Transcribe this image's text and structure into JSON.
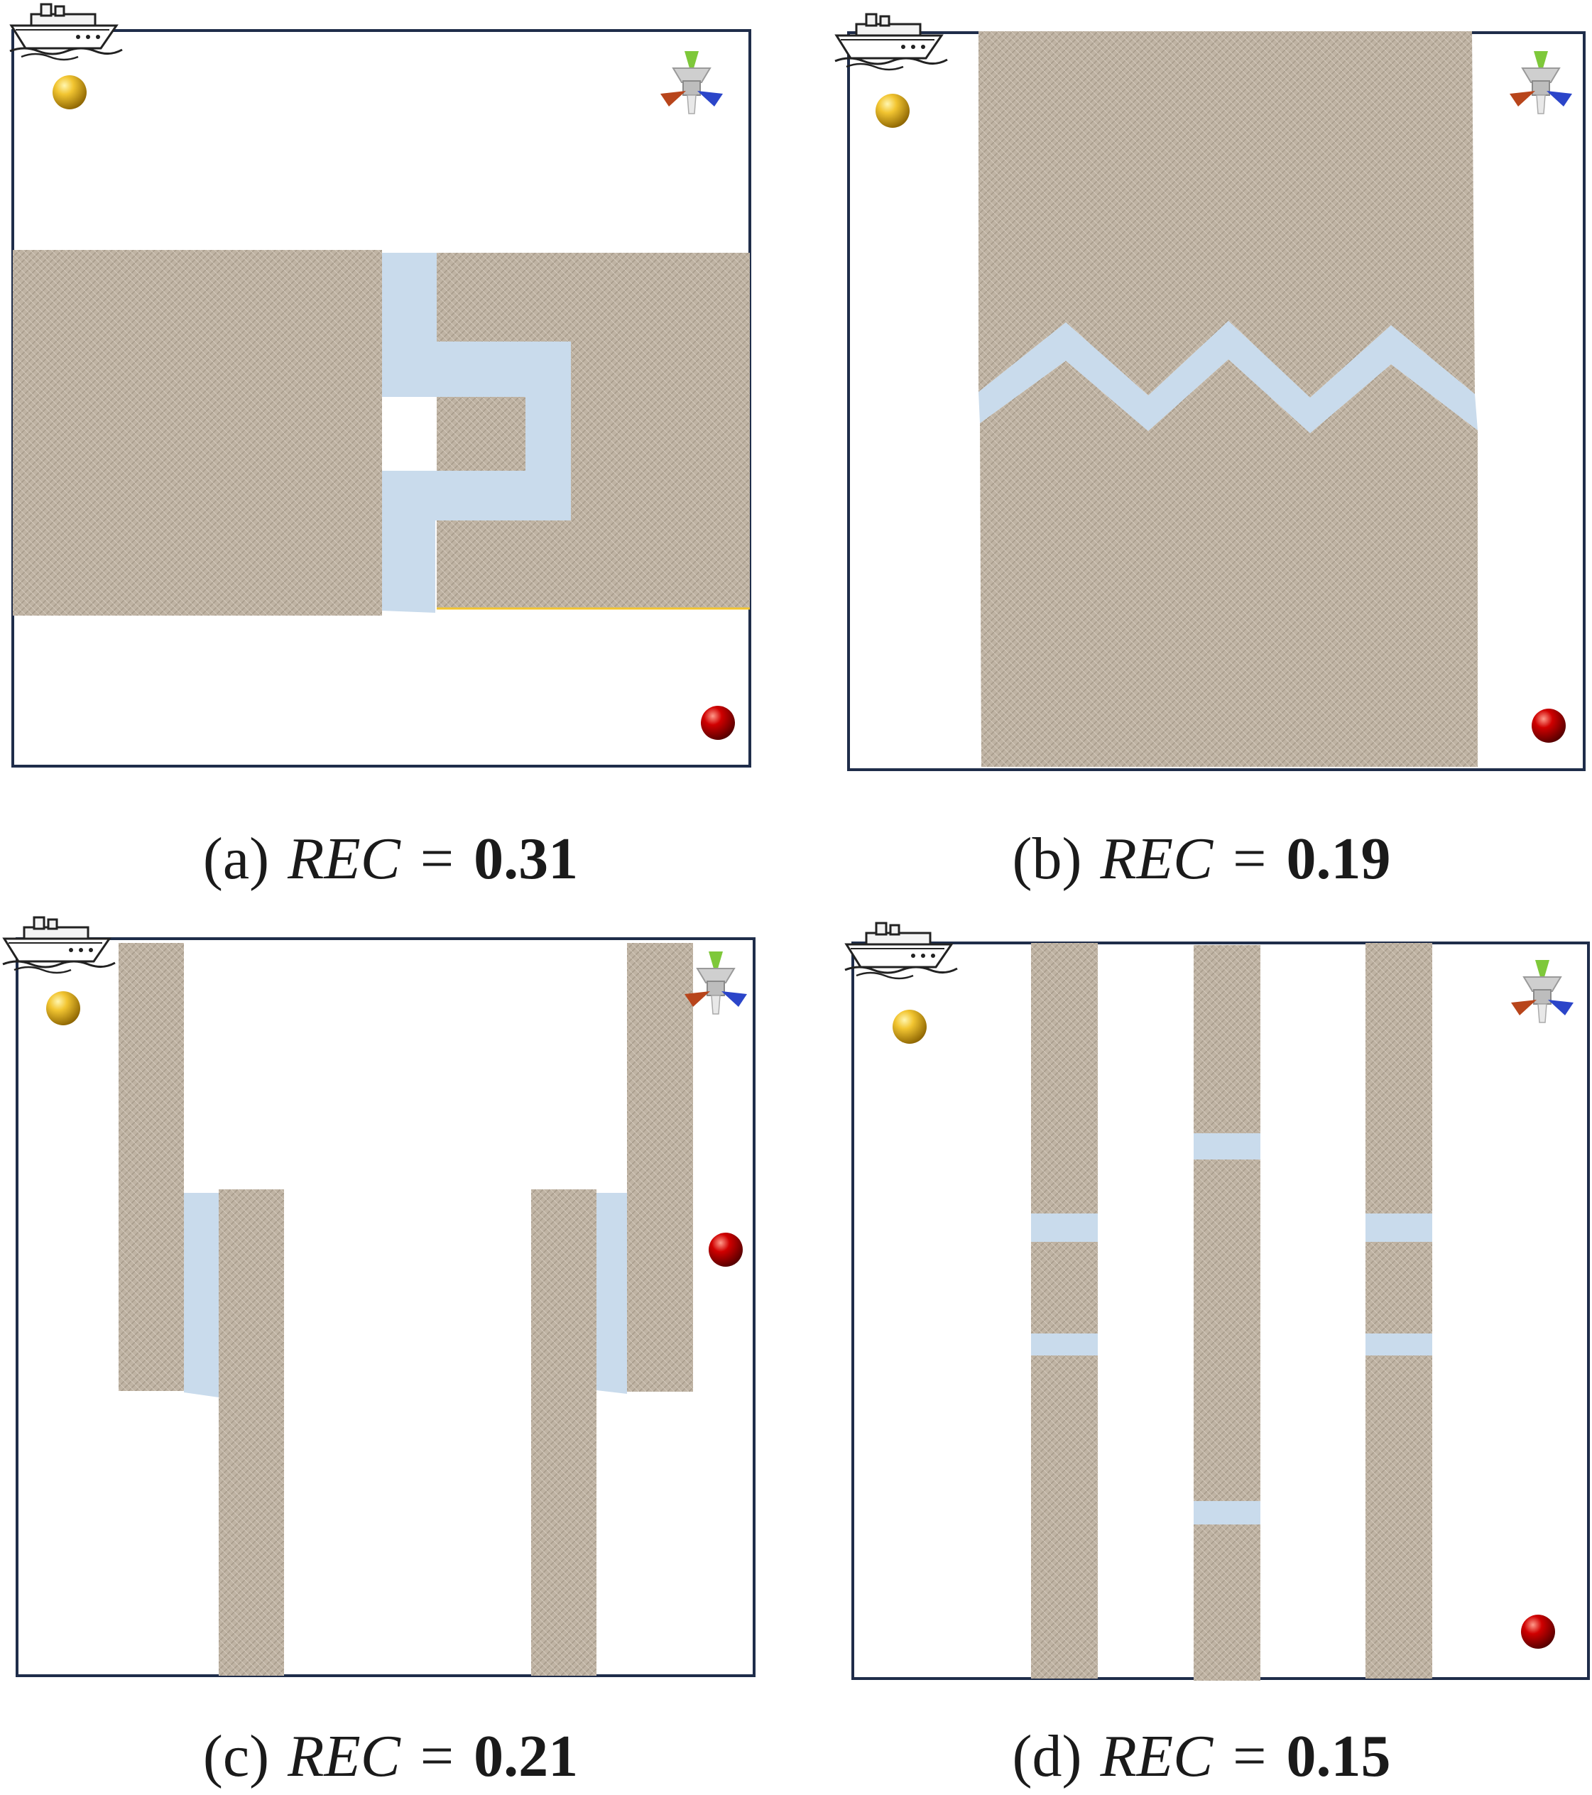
{
  "colors": {
    "frame": "#1f2d4a",
    "land": "#bfb3a3",
    "land_pattern_line": "#a89c8c",
    "channel": "#c9dbec",
    "start_ball": "#e0b000",
    "goal_ball": "#c00000",
    "edge_highlight": "#f2c531"
  },
  "icons": {
    "ship": "ship-icon",
    "start": "start-ball-icon",
    "goal": "goal-ball-icon",
    "axes": "axis-gizmo-icon"
  },
  "panels": [
    {
      "label": "(a)",
      "metric": "REC",
      "equals": "=",
      "value": "0.31"
    },
    {
      "label": "(b)",
      "metric": "REC",
      "equals": "=",
      "value": "0.19"
    },
    {
      "label": "(c)",
      "metric": "REC",
      "equals": "=",
      "value": "0.21"
    },
    {
      "label": "(d)",
      "metric": "REC",
      "equals": "=",
      "value": "0.15"
    }
  ]
}
